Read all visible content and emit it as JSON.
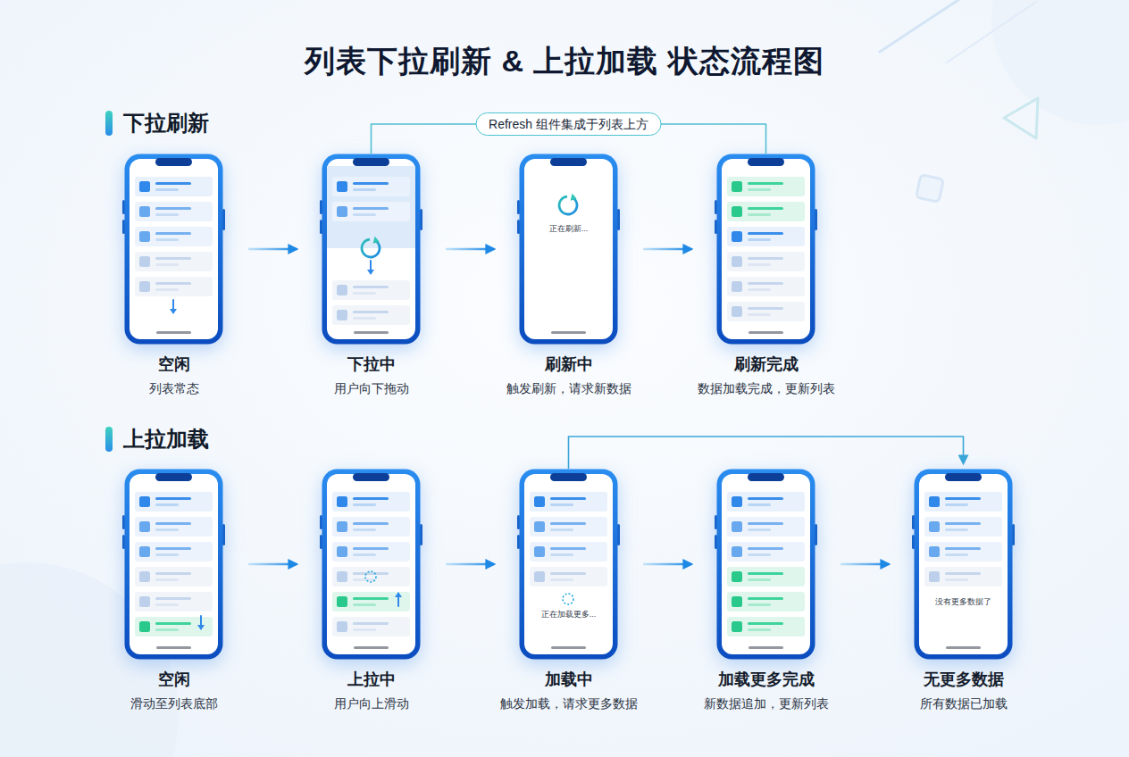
{
  "diagram": {
    "title": "列表下拉刷新 & 上拉加载 状态流程图",
    "nodes": [
      {
        "text": [
          "空闲",
          "列表常态"
        ]
      },
      {
        "text": [
          "下拉中",
          "用户向下拖动"
        ]
      },
      {
        "text": [
          "正在刷新...",
          "刷新中",
          "触发刷新，请求新数据"
        ]
      },
      {
        "text": [
          "刷新完成",
          "数据加载完成，更新列表"
        ]
      },
      {
        "text": [
          "空闲",
          "滑动至列表底部"
        ]
      },
      {
        "text": [
          "上拉中",
          "用户向上滑动"
        ]
      },
      {
        "text": [
          "正在加载更多...",
          "加载中",
          "触发加载，请求更多数据"
        ]
      },
      {
        "text": [
          "加载更多完成",
          "新数据追加，更新列表"
        ]
      },
      {
        "text": [
          "没有更多数据了",
          "无更多数据",
          "所有数据已加载"
        ]
      }
    ],
    "edges": [
      {
        "from": 0,
        "to": 1,
        "arrow": "to"
      },
      {
        "from": 1,
        "to": 2,
        "arrow": "to"
      },
      {
        "from": 2,
        "to": 3,
        "arrow": "to"
      },
      {
        "from": 1,
        "to": 3,
        "arrow": "none",
        "label": "Refresh 组件集成于列表上方"
      },
      {
        "from": 4,
        "to": 5,
        "arrow": "to"
      },
      {
        "from": 5,
        "to": 6,
        "arrow": "to"
      },
      {
        "from": 6,
        "to": 7,
        "arrow": "to"
      },
      {
        "from": 7,
        "to": 8,
        "arrow": "to"
      },
      {
        "from": 6,
        "to": 8,
        "arrow": "to"
      }
    ],
    "labels": [
      "下拉刷新",
      "上拉加载"
    ]
  }
}
